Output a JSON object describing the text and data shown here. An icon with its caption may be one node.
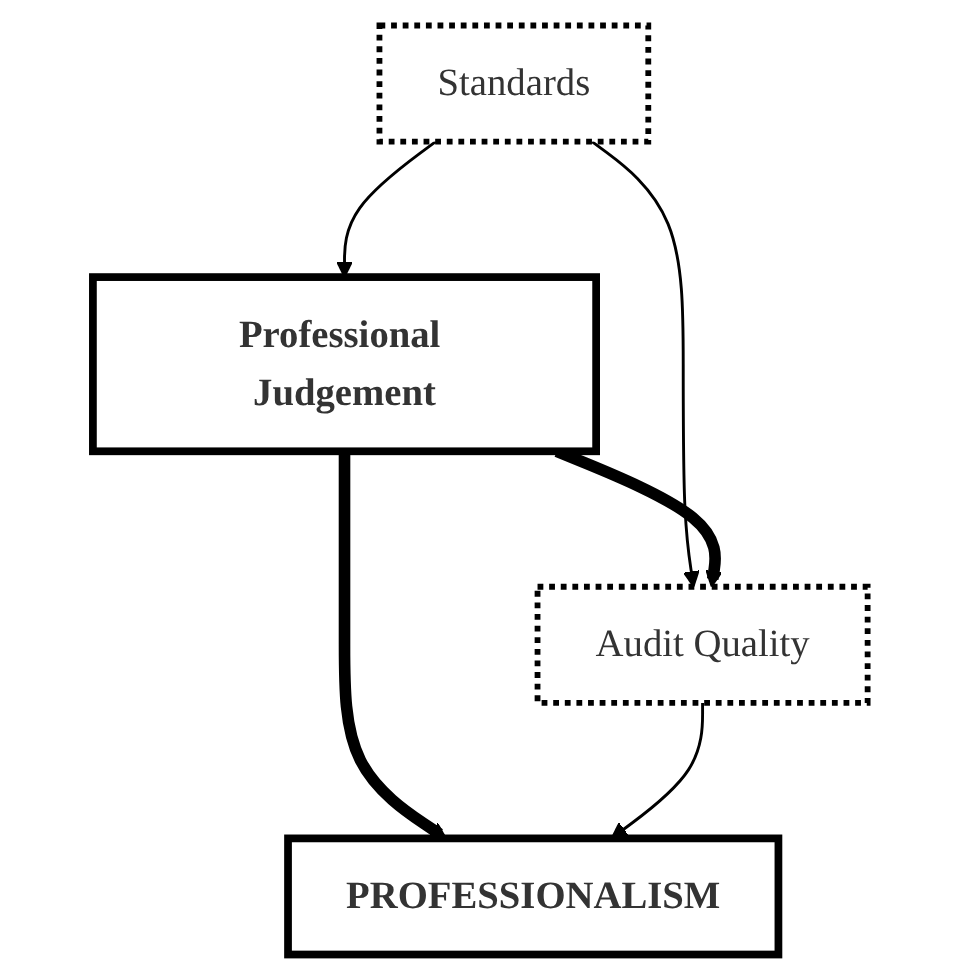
{
  "diagram": {
    "nodes": [
      {
        "text": [
          "Standards"
        ]
      },
      {
        "text": [
          "Professional Judgement"
        ]
      },
      {
        "text": [
          "Audit Quality"
        ]
      },
      {
        "text": [
          "PROFESSIONALISM"
        ]
      }
    ],
    "edges": [
      {
        "from": 0,
        "to": 1,
        "arrow": "to"
      },
      {
        "from": 0,
        "to": 2,
        "arrow": "to"
      },
      {
        "from": 1,
        "to": 2,
        "arrow": "to",
        "style": "thick"
      },
      {
        "from": 1,
        "to": 3,
        "arrow": "to",
        "style": "thick"
      },
      {
        "from": 2,
        "to": 3,
        "arrow": "to"
      }
    ]
  }
}
